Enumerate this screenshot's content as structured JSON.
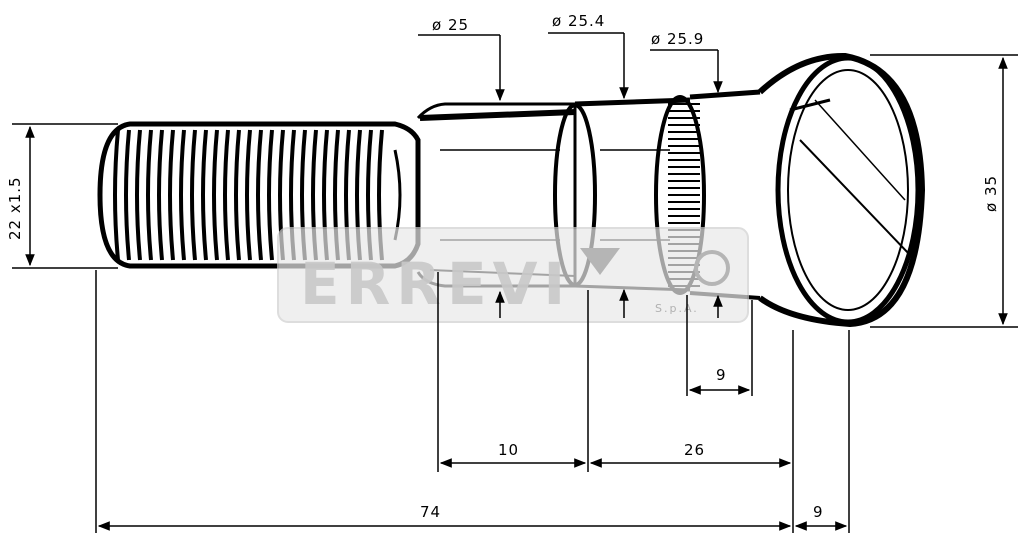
{
  "dimensions": {
    "thread": "22 x1.5",
    "dia_25": "ø 25",
    "dia_25_4": "ø 25.4",
    "dia_25_9": "ø 25.9",
    "dia_35": "ø 35",
    "len_9_knurl": "9",
    "len_10": "10",
    "len_26": "26",
    "len_74": "74",
    "len_9_head": "9"
  },
  "watermark": {
    "brand": "ERREVI",
    "suffix": "S.p.A."
  },
  "colors": {
    "ink": "#000000",
    "watermark": "#c9c9c9"
  }
}
